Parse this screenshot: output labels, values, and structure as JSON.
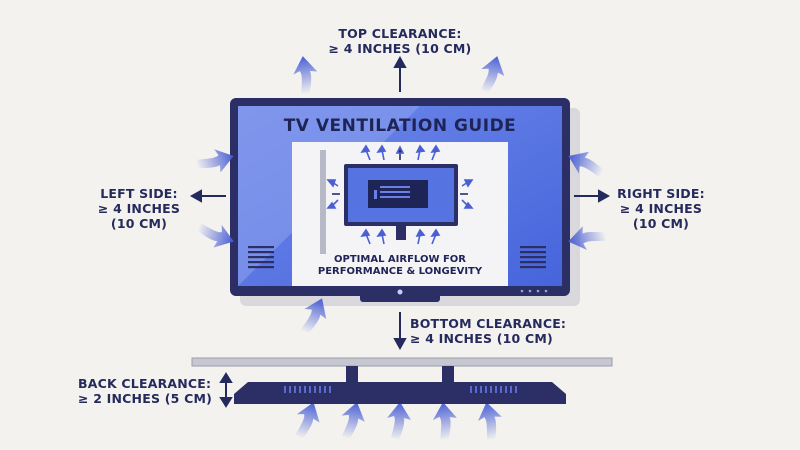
{
  "diagram": {
    "title": "TV VENTILATION GUIDE",
    "caption": [
      "OPTIMAL AIRFLOW FOR",
      "PERFORMANCE & LONGEVITY"
    ],
    "top_clearance": [
      "TOP CLEARANCE:",
      "≥ 4 INCHES (10 CM)"
    ],
    "left_side": [
      "LEFT SIDE:",
      "≥ 4 INCHES",
      "(10 CM)"
    ],
    "right_side": [
      "RIGHT SIDE:",
      "≥ 4 INCHES",
      "(10 CM)"
    ],
    "bottom_clearance": [
      "BOTTOM CLEARANCE:",
      "≥ 4 INCHES (10 CM)"
    ],
    "back_clearance": [
      "BACK CLEARANCE:",
      "≥ 2 INCHES (5 CM)"
    ]
  },
  "colors": {
    "frame": "#2b2f66",
    "screen": "#4f6fe0",
    "screen_light": "#8ea2ef",
    "arrow": "#4a5fd4",
    "ink": "#252a5c",
    "panel": "#f4f3f6"
  },
  "icons": [
    "airflow-arrow-icon",
    "clearance-arrow-icon",
    "vent-grille-icon",
    "power-button-icon"
  ]
}
